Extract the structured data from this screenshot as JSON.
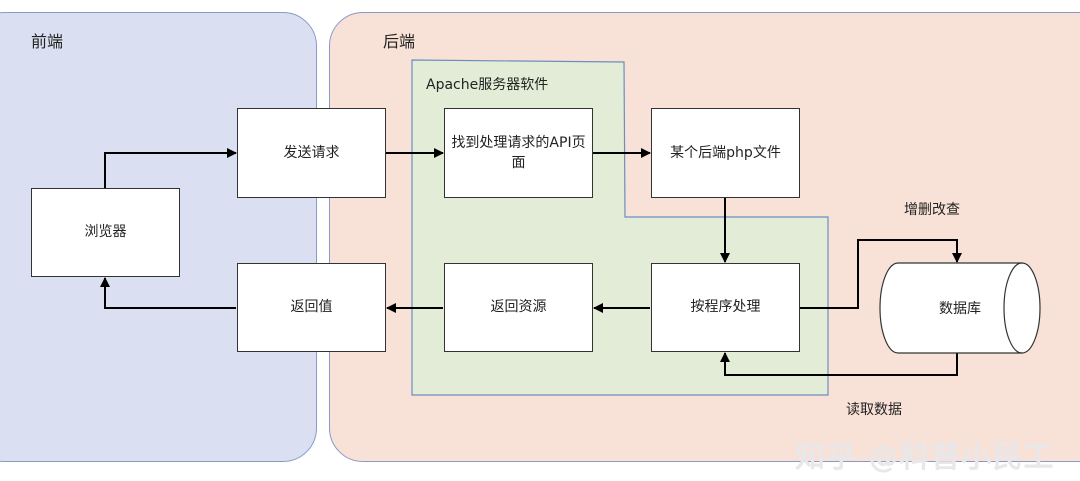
{
  "regions": {
    "frontend": "前端",
    "backend": "后端",
    "apache": "Apache服务器软件"
  },
  "nodes": {
    "browser": "浏览器",
    "send_request": "发送请求",
    "return_value": "返回值",
    "find_api": "找到处理请求的API页面",
    "php_file": "某个后端php文件",
    "return_resource": "返回资源",
    "process": "按程序处理",
    "database": "数据库"
  },
  "edge_labels": {
    "crud": "增删改查",
    "read_data": "读取数据"
  },
  "watermark": "知乎 @科普小民工",
  "colors": {
    "frontend_fill": "#dae0f1",
    "backend_fill": "#f8e1d6",
    "apache_fill": "#e2ecd6",
    "arrow": "#000000"
  }
}
